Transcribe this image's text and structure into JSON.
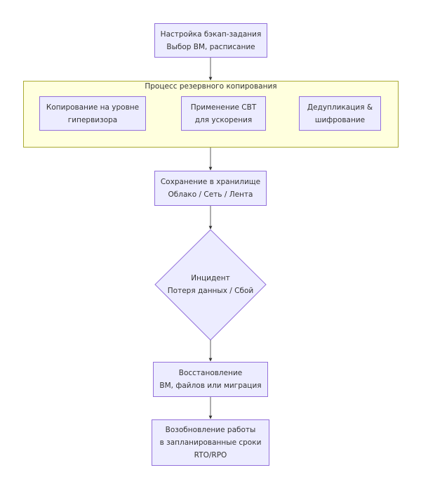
{
  "nodes": {
    "setup": {
      "line1": "Настройка бэкап-задания",
      "line2": "Выбор ВМ, расписание"
    },
    "cluster": {
      "title": "Процесс резервного копирования"
    },
    "copy": {
      "line1": "Копирование на уровне",
      "line2": "гипервизора"
    },
    "cbt": {
      "line1": "Применение CBT",
      "line2": "для ускорения"
    },
    "dedup": {
      "line1": "Дедупликация &",
      "line2": "шифрование"
    },
    "storage": {
      "line1": "Сохранение в хранилище",
      "line2": "Облако / Сеть / Лента"
    },
    "incident": {
      "line1": "Инцидент",
      "line2": "Потеря данных / Сбой"
    },
    "restore": {
      "line1": "Восстановление",
      "line2": "ВМ, файлов или миграция"
    },
    "resume": {
      "line1": "Возобновление работы",
      "line2": "в запланированные сроки",
      "line3": "RTO/RPO"
    }
  },
  "colors": {
    "node_fill": "#ececff",
    "node_stroke": "#9370db",
    "cluster_fill": "#ffffde",
    "cluster_stroke": "#aaaa33",
    "edge": "#333333"
  }
}
